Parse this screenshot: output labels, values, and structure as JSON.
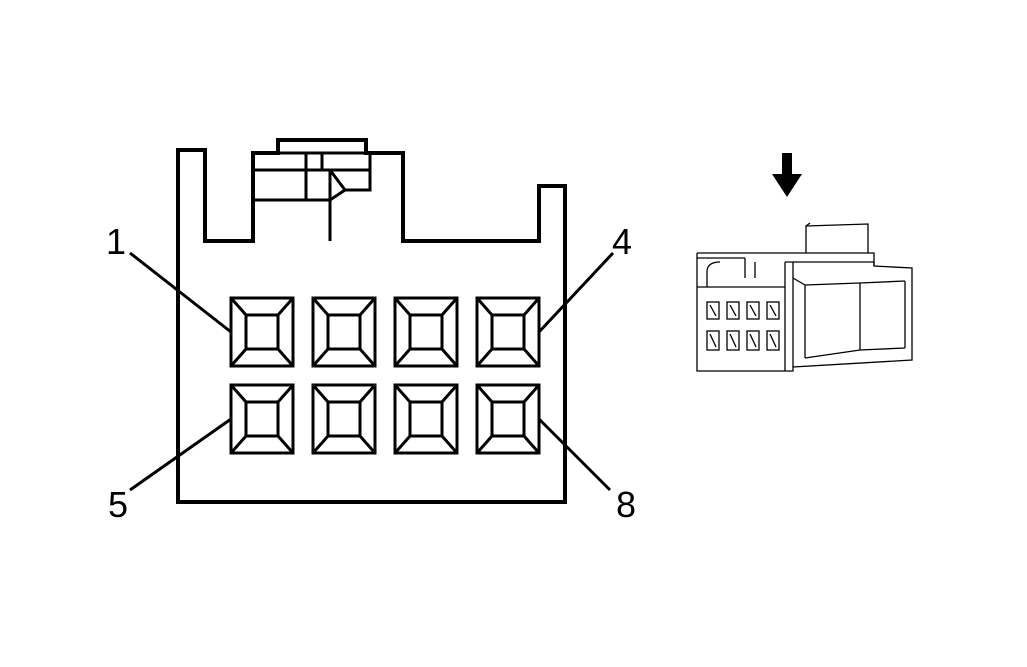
{
  "diagram": {
    "pin_count": 8,
    "rows": 2,
    "columns": 4,
    "labels": {
      "pin_1": "1",
      "pin_4": "4",
      "pin_5": "5",
      "pin_8": "8"
    },
    "orientation_arrow": "down-arrow-icon"
  }
}
